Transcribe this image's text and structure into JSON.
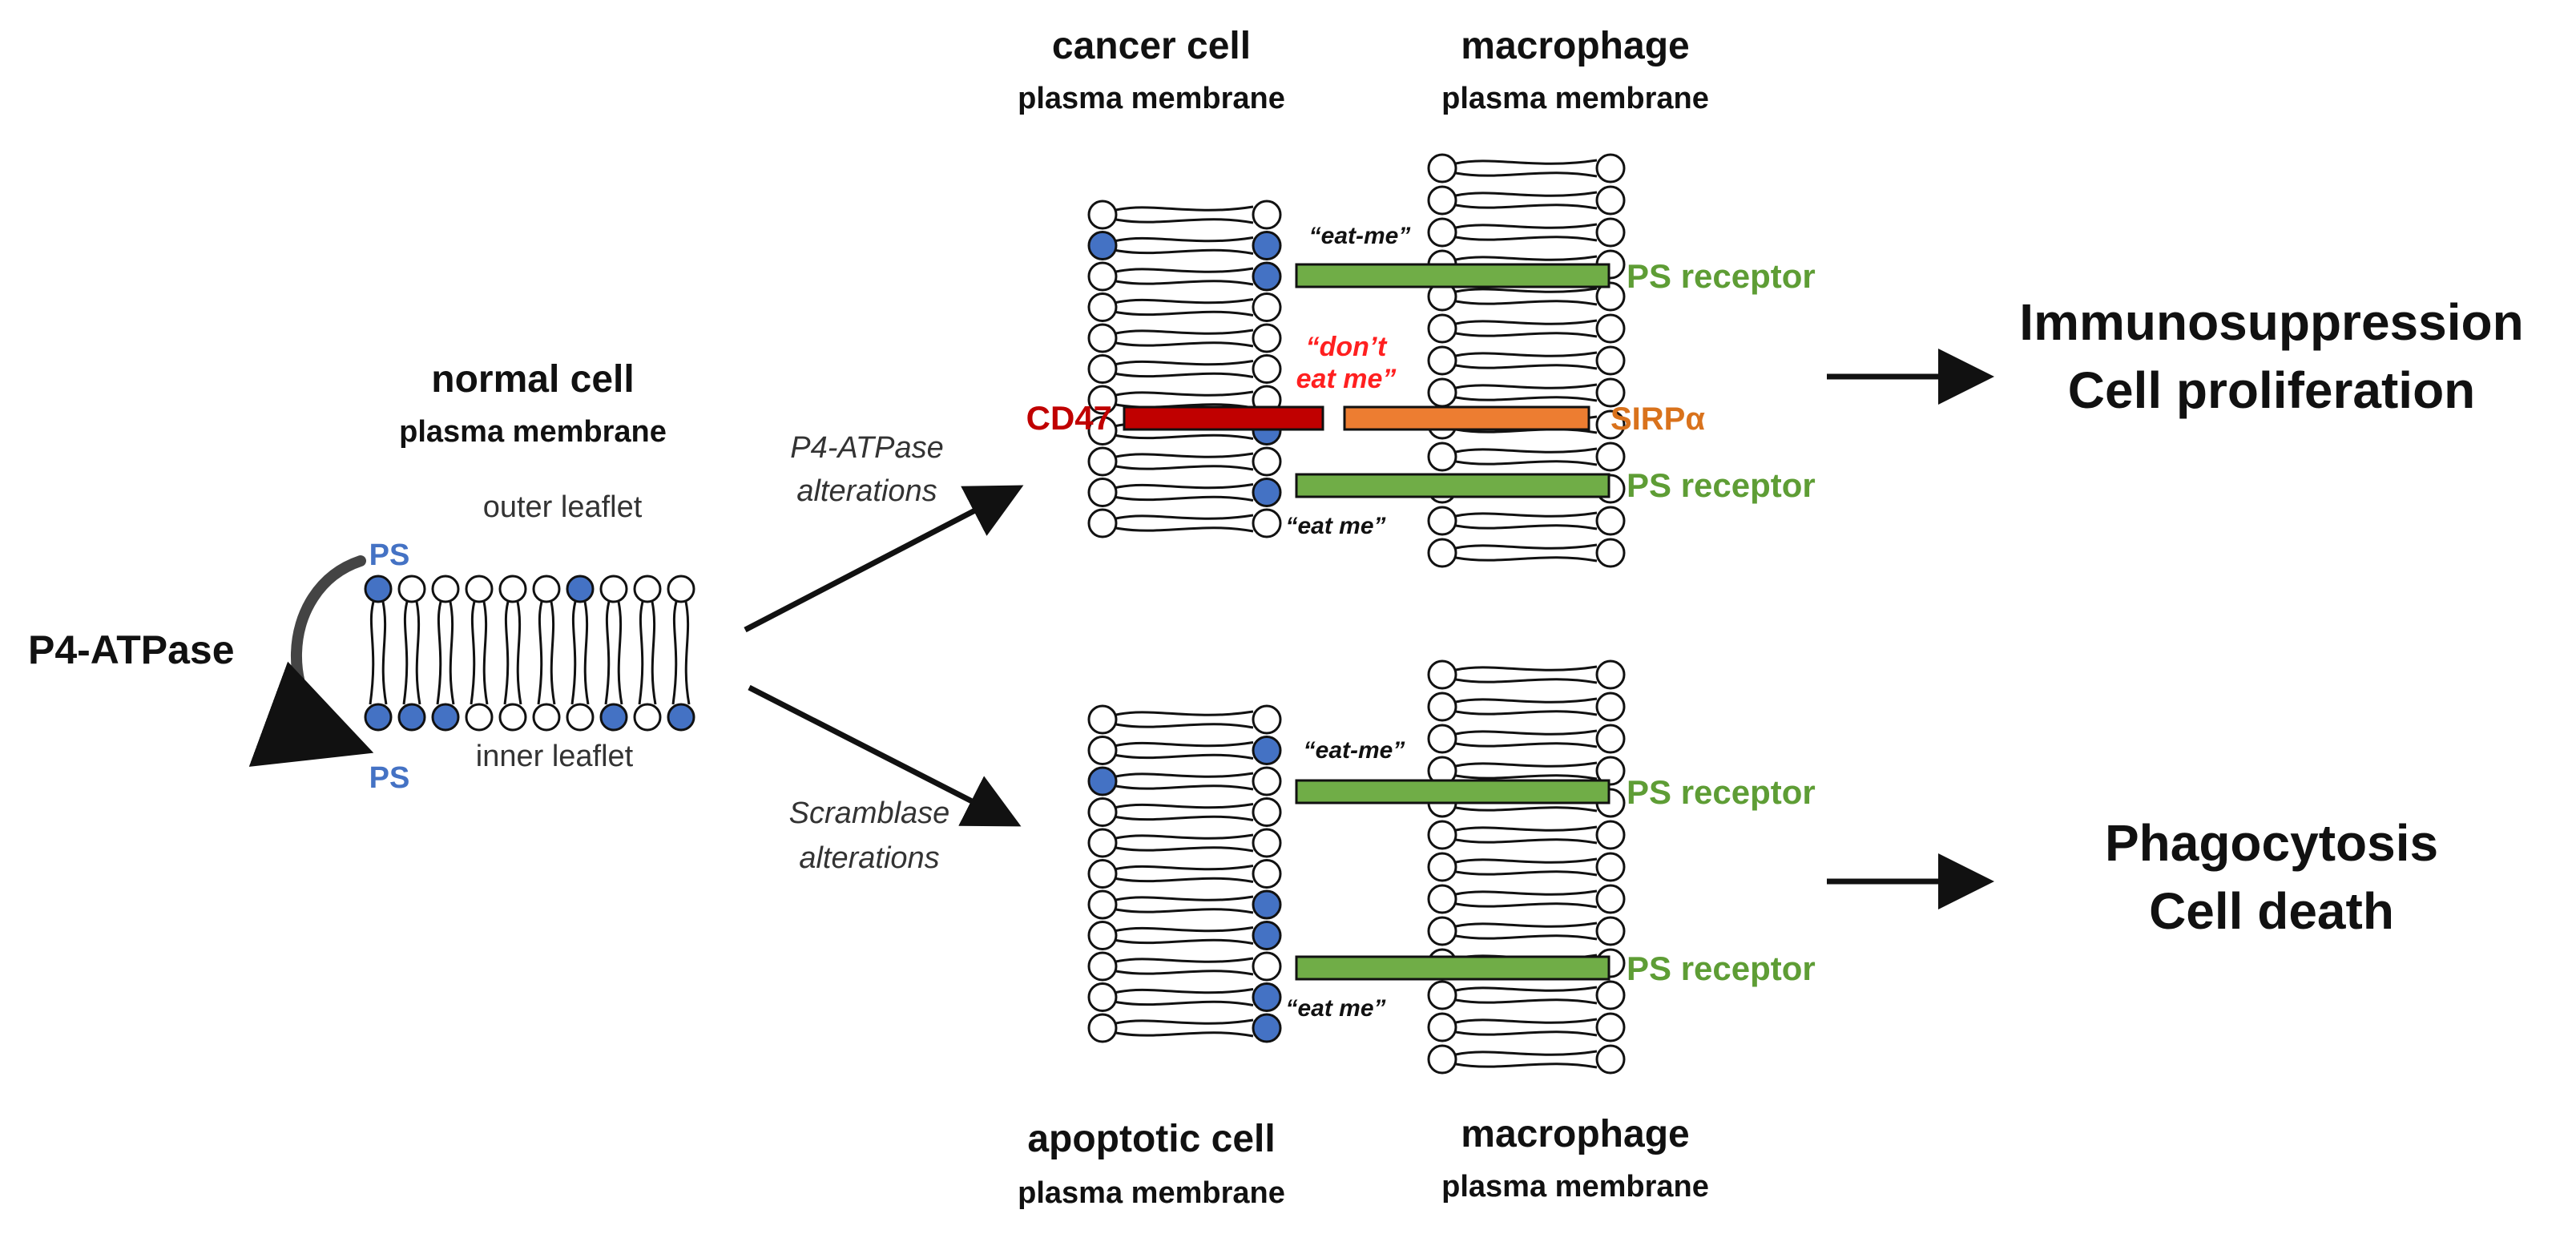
{
  "colors": {
    "ps_blue": "#4472c4",
    "receptor_green": "#70ad47",
    "receptor_text_green": "#5e9d35",
    "cd47_red": "#c00000",
    "cd47_text": "#c00000",
    "sirpa_orange": "#ed7d31",
    "sirpa_text": "#d9721c",
    "dont_eat_red": "#ff2020",
    "ps_label_blue": "#4472c4",
    "outline": "#111111"
  },
  "normal_cell": {
    "title": "normal cell",
    "subtitle": "plasma  membrane",
    "outer_leaflet": "outer  leaflet",
    "inner_leaflet": "inner  leaflet",
    "ps_top": "PS",
    "ps_bottom": "PS",
    "flippase": "P4-ATPase"
  },
  "arrows": {
    "top_label_line1": "P4-ATPase",
    "top_label_line2": "alterations",
    "bottom_label_line1": "Scramblase",
    "bottom_label_line2": "alterations"
  },
  "cancer_panel": {
    "left_title": "cancer cell",
    "left_subtitle": "plasma  membrane",
    "right_title": "macrophage",
    "right_subtitle": "plasma  membrane",
    "eat_me_top": "“eat-me”",
    "eat_me_bottom": "“eat me”",
    "dont_eat_line1": "“don’t",
    "dont_eat_line2": "eat me”",
    "cd47": "CD47",
    "sirpa": "SIRPα",
    "receptor_top": "PS receptor",
    "receptor_bottom": "PS receptor",
    "outcome_line1": "Immunosuppression",
    "outcome_line2": "Cell proliferation"
  },
  "apoptotic_panel": {
    "left_title": "apoptotic cell",
    "left_subtitle": "plasma  membrane",
    "right_title": "macrophage",
    "right_subtitle": "plasma  membrane",
    "eat_me_top": "“eat-me”",
    "eat_me_bottom": "“eat me”",
    "receptor_top": "PS receptor",
    "receptor_bottom": "PS receptor",
    "outcome_line1": "Phagocytosis",
    "outcome_line2": "Cell death"
  }
}
